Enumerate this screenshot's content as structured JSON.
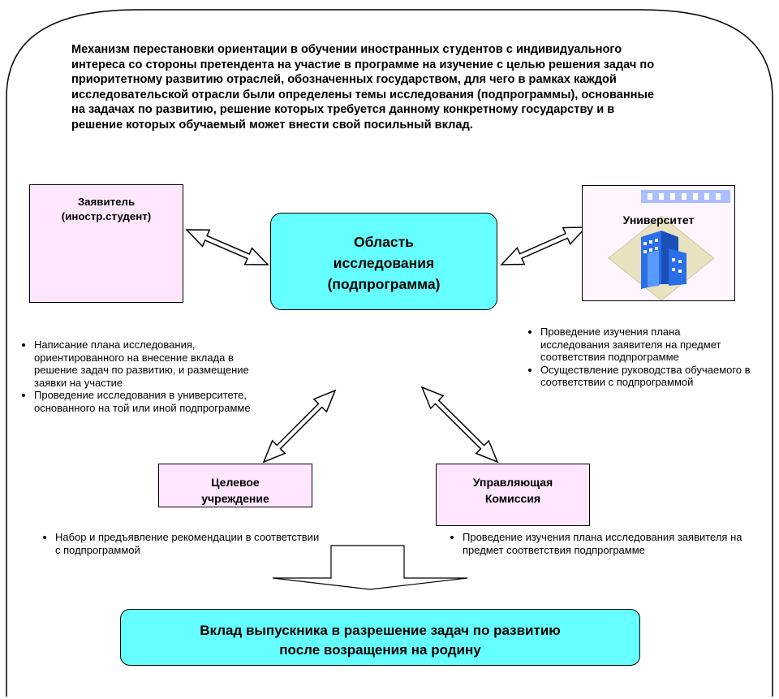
{
  "header": {
    "text": "Механизм перестановки ориентации в обучении иностранных студентов с индивидуального интереса со стороны претендента на участие в программе на изучение с целью решения задач по приоритетному развитию отраслей, обозначенных государством, для чего в рамках каждой исследовательской отрасли были определены темы исследования (подпрограммы), основанные на  задачах по развитию, решение которых требуется данному конкретному государству и в решение которых обучаемый может внести свой посильный вклад."
  },
  "applicant": {
    "line1": "Заявитель",
    "line2": "(иностр.студент)"
  },
  "university": {
    "label": "Университет"
  },
  "center": {
    "line1": "Область",
    "line2": "исследования",
    "line3": "(подпрограмма)"
  },
  "target_institution": {
    "line1": "Целевое",
    "line2": "учреждение"
  },
  "commission": {
    "line1": "Управляющая",
    "line2": "Комиссия"
  },
  "result": {
    "line1": "Вклад выпускника в разрешение задач по развитию",
    "line2": "после возращения на родину"
  },
  "applicant_notes": [
    "Написание плана исследования, ориентированного на внесение вклада в решение задач по развитию, и размещение заявки на участие",
    "Проведение исследования в университете, основанного на той или иной подпрограмме"
  ],
  "university_notes": [
    "Проведение изучения плана исследования заявителя на предмет соответствия подпрограмме",
    "Осуществление руководства обучаемого в соответствии с подпрограммой"
  ],
  "target_notes": [
    "Набор и предъявление рекомендации в соответствии с подпрограммой"
  ],
  "commission_notes": [
    "Проведение изучения плана исследования заявителя на  предмет соответствия подпрограмме"
  ],
  "colors": {
    "center_fill": "#66ffff",
    "result_fill": "#66ffff",
    "pink_fill": "#ffe6ff",
    "university_fill": "#fff5ff",
    "border": "#000000"
  }
}
